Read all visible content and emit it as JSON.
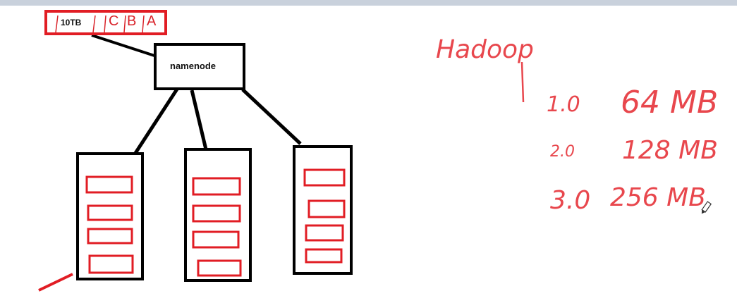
{
  "file": {
    "size_label": "10TB",
    "blocks": [
      "C",
      "B",
      "A"
    ]
  },
  "namenode": {
    "label": "namenode"
  },
  "notes": {
    "title": "Hadoop",
    "rows": [
      {
        "version": "1.0",
        "size": "64 MB"
      },
      {
        "version": "2.0",
        "size": "128 MB"
      },
      {
        "version": "3.0",
        "size": "256 MB"
      }
    ]
  },
  "colors": {
    "ink": "#111111",
    "marker": "#e11d24",
    "handwriting": "#e8474d"
  }
}
